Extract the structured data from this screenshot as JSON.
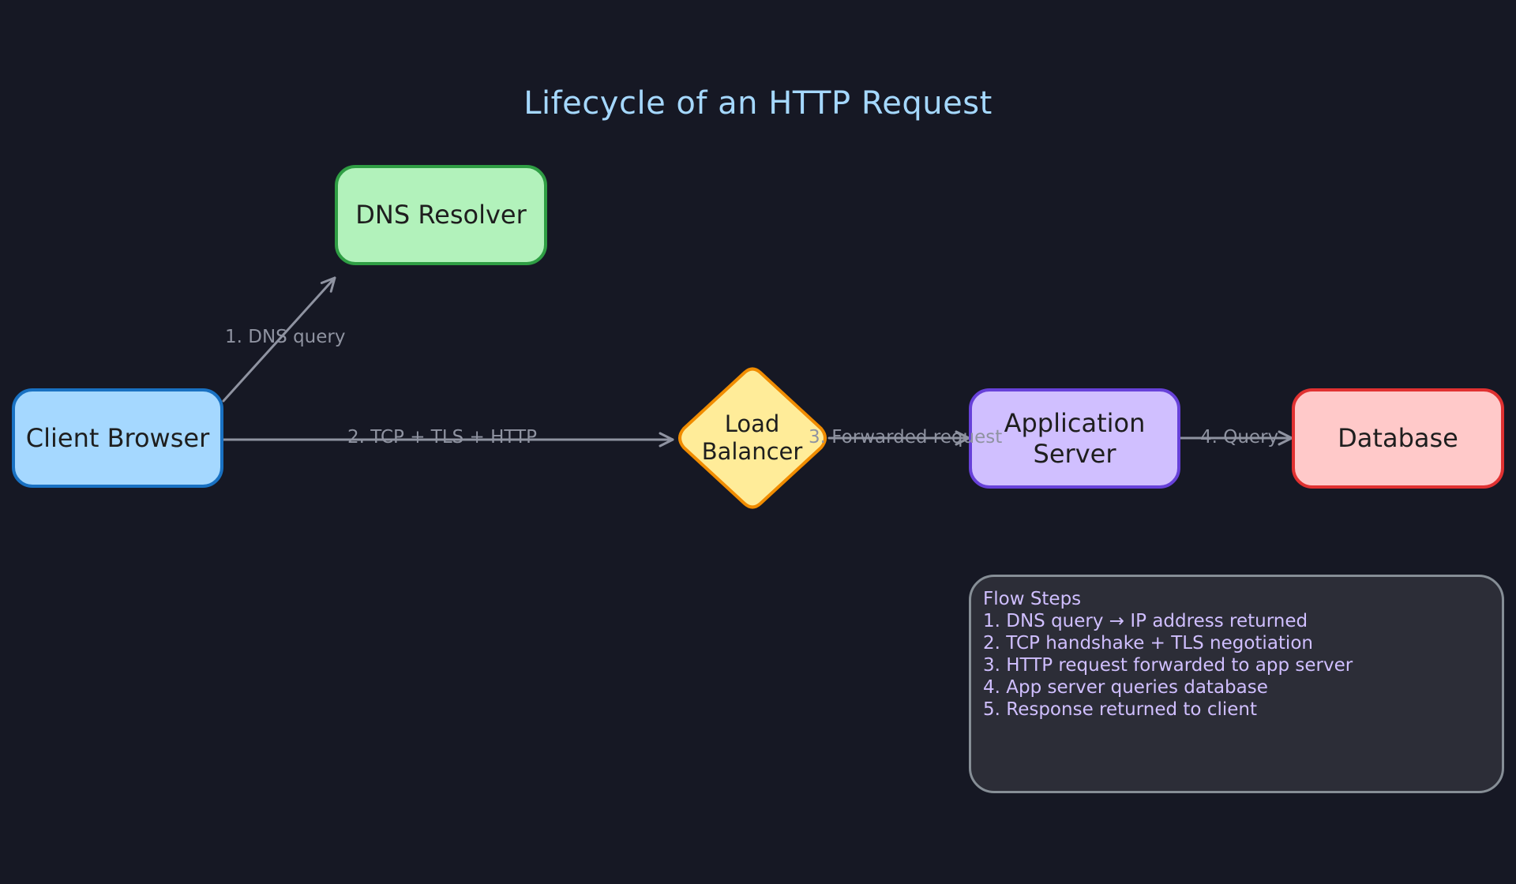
{
  "title": "Lifecycle of an HTTP Request",
  "nodes": {
    "client": "Client Browser",
    "dns": "DNS Resolver",
    "load_balancer": [
      "Load",
      "Balancer"
    ],
    "app_server": "Application Server",
    "database": "Database"
  },
  "edges": {
    "dns_query": "1. DNS query",
    "tcp_tls_http": "2. TCP + TLS + HTTP",
    "forwarded_request": "3. Forwarded request",
    "query": "4. Query"
  },
  "flow_panel": {
    "title": "Flow Steps",
    "steps": [
      "1. DNS query → IP address returned",
      "2. TCP handshake + TLS negotiation",
      "3. HTTP request forwarded to app server",
      "4. App server queries database",
      "5. Response returned to client"
    ]
  },
  "colors": {
    "background": "#161824",
    "title": "#a5d8ff",
    "edge": "#8f93a1",
    "client_fill": "#a5d8ff",
    "client_stroke": "#1971c2",
    "dns_fill": "#b2f2bb",
    "dns_stroke": "#2f9e44",
    "load_balancer_fill": "#ffec99",
    "load_balancer_stroke": "#f08c00",
    "app_fill": "#d0bfff",
    "app_stroke": "#6741d9",
    "db_fill": "#ffc9c9",
    "db_stroke": "#e03131",
    "panel_fill": "#2c2d37",
    "panel_stroke": "#868e96",
    "panel_text": "#d0bfff"
  }
}
